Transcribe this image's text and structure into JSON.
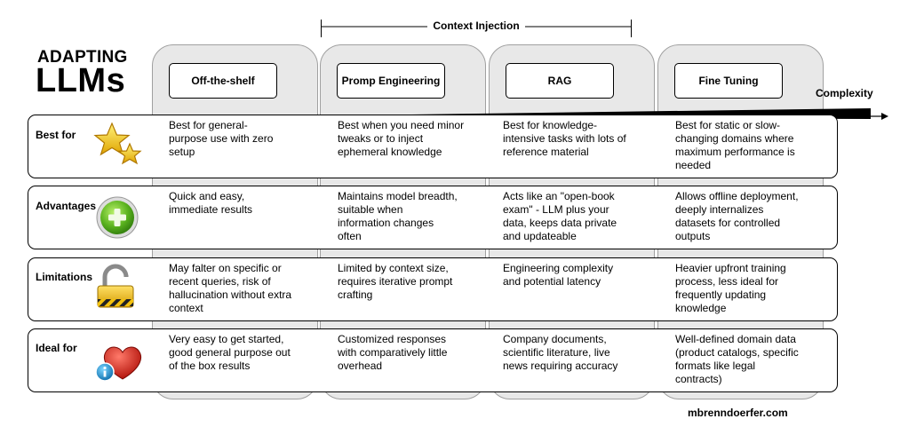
{
  "title": {
    "line1": "ADAPTING",
    "line2": "LLMs"
  },
  "context_injection_label": "Context Injection",
  "complexity_label": "Complexity",
  "columns": [
    "Off-the-shelf",
    "Promp Engineering",
    "RAG",
    "Fine Tuning"
  ],
  "rows": [
    {
      "label": "Best for",
      "icon": "stars-icon",
      "cells": [
        "Best for general-purpose use with zero setup",
        "Best when you need minor tweaks or to inject ephemeral knowledge",
        "Best for knowledge-intensive tasks with lots of reference material",
        "Best for static or slow-changing domains where maximum performance is needed"
      ]
    },
    {
      "label": "Advantages",
      "icon": "plus-icon",
      "cells": [
        "Quick and easy, immediate results",
        "Maintains model breadth, suitable when information changes often",
        "Acts like an \"open-book exam\" - LLM plus your data, keeps data private and updateable",
        "Allows offline deployment, deeply internalizes datasets for controlled outputs"
      ]
    },
    {
      "label": "Limitations",
      "icon": "padlock-icon",
      "cells": [
        "May falter on specific or recent queries, risk of hallucination without extra context",
        "Limited by context size, requires iterative prompt crafting",
        "Engineering complexity and potential latency",
        "Heavier upfront training process, less ideal for frequently updating knowledge"
      ]
    },
    {
      "label": "Ideal for",
      "icon": "heart-info-icon",
      "cells": [
        "Very easy to get started, good general purpose out of the box results",
        "Customized responses with comparatively little overhead",
        "Company documents, scientific literature, live news requiring accuracy",
        "Well-defined domain data (product catalogs, specific formats like legal contracts)"
      ]
    }
  ],
  "credit": "mbrenndoerfer.com"
}
